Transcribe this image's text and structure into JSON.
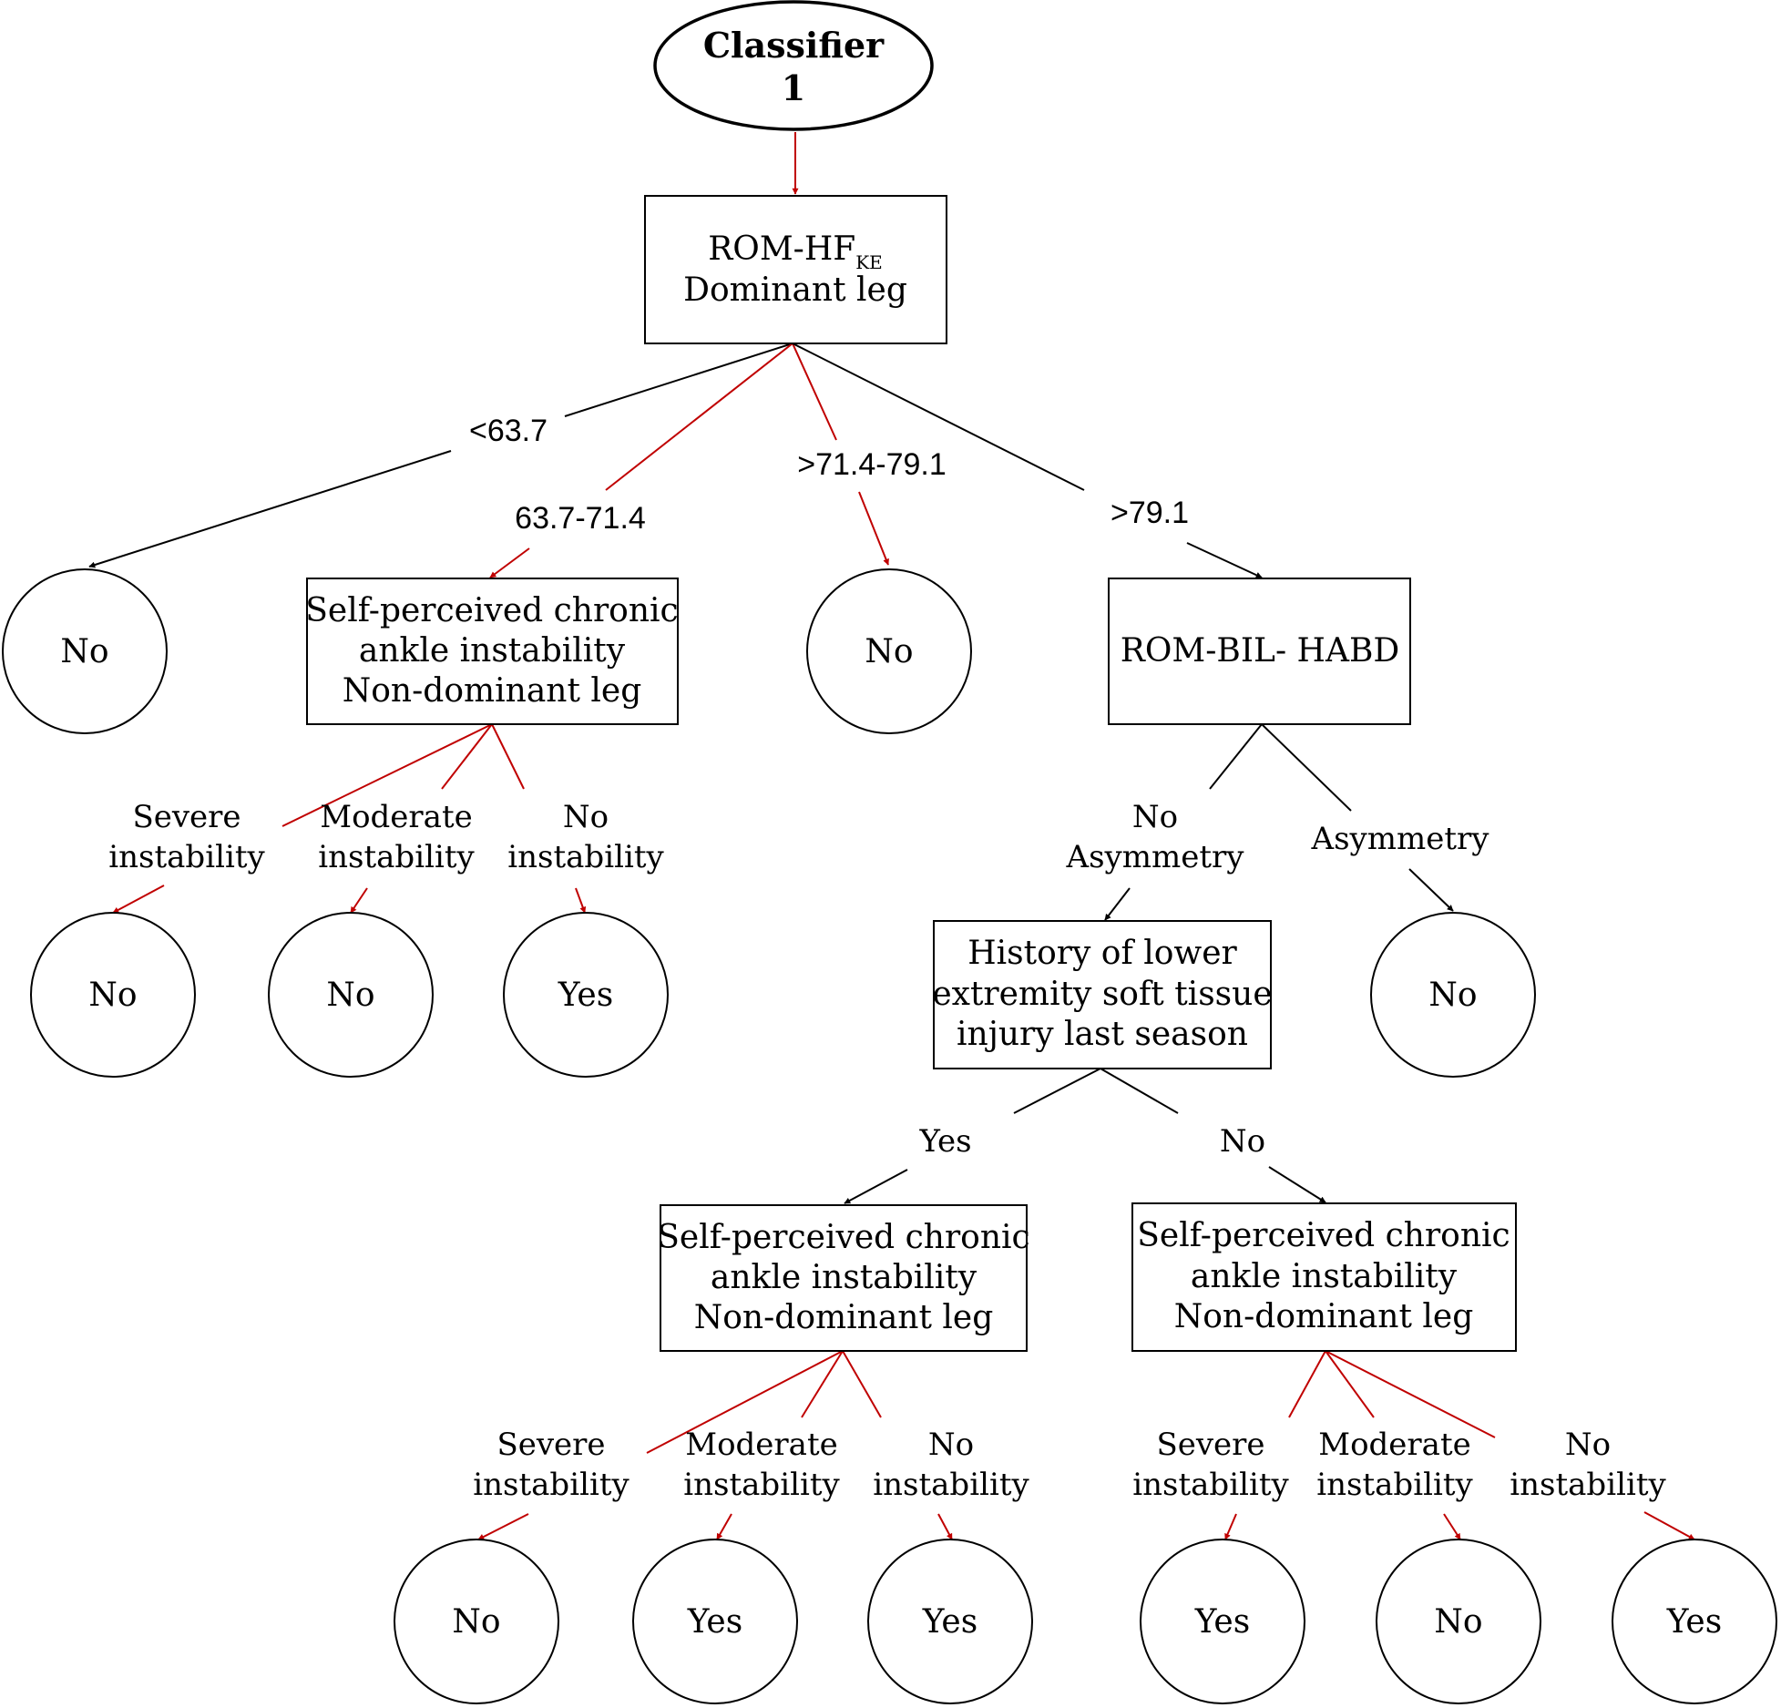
{
  "colors": {
    "ink": "#000000",
    "highlight": "#c00000",
    "background": "#ffffff"
  },
  "root": {
    "line1": "Classifier",
    "line2": "1"
  },
  "node_romhf": {
    "line1_main": "ROM-HF",
    "line1_sub": "KE",
    "line2": "Dominant leg"
  },
  "branch_lt637": "<63.7",
  "branch_637_714": "63.7-71.4",
  "branch_714_791": ">71.4-79.1",
  "branch_gt791": ">79.1",
  "node_instab_a": {
    "line1": "Self-perceived chronic",
    "line2": "ankle instability",
    "line3": "Non-dominant leg"
  },
  "node_rombil": "ROM-BIL- HABD",
  "branch_no_asym": {
    "line1": "No",
    "line2": "Asymmetry"
  },
  "branch_asym": "Asymmetry",
  "node_history": {
    "line1": "History of lower",
    "line2": "extremity soft tissue",
    "line3": "injury last season"
  },
  "branch_yes": "Yes",
  "branch_no": "No",
  "node_instab_b": {
    "line1": "Self-perceived chronic",
    "line2": "ankle instability",
    "line3": "Non-dominant leg"
  },
  "node_instab_c": {
    "line1": "Self-perceived chronic",
    "line2": "ankle instability",
    "line3": "Non-dominant leg"
  },
  "instab_labels": {
    "severe": {
      "line1": "Severe",
      "line2": "instability"
    },
    "moderate": {
      "line1": "Moderate",
      "line2": "instability"
    },
    "none": {
      "line1": "No",
      "line2": "instability"
    }
  },
  "leaves": {
    "lt637": "No",
    "mid714": "No",
    "a_severe": "No",
    "a_moderate": "No",
    "a_none": "Yes",
    "asym": "No",
    "b_severe": "No",
    "b_moderate": "Yes",
    "b_none": "Yes",
    "c_severe": "Yes",
    "c_moderate": "No",
    "c_none": "Yes"
  }
}
